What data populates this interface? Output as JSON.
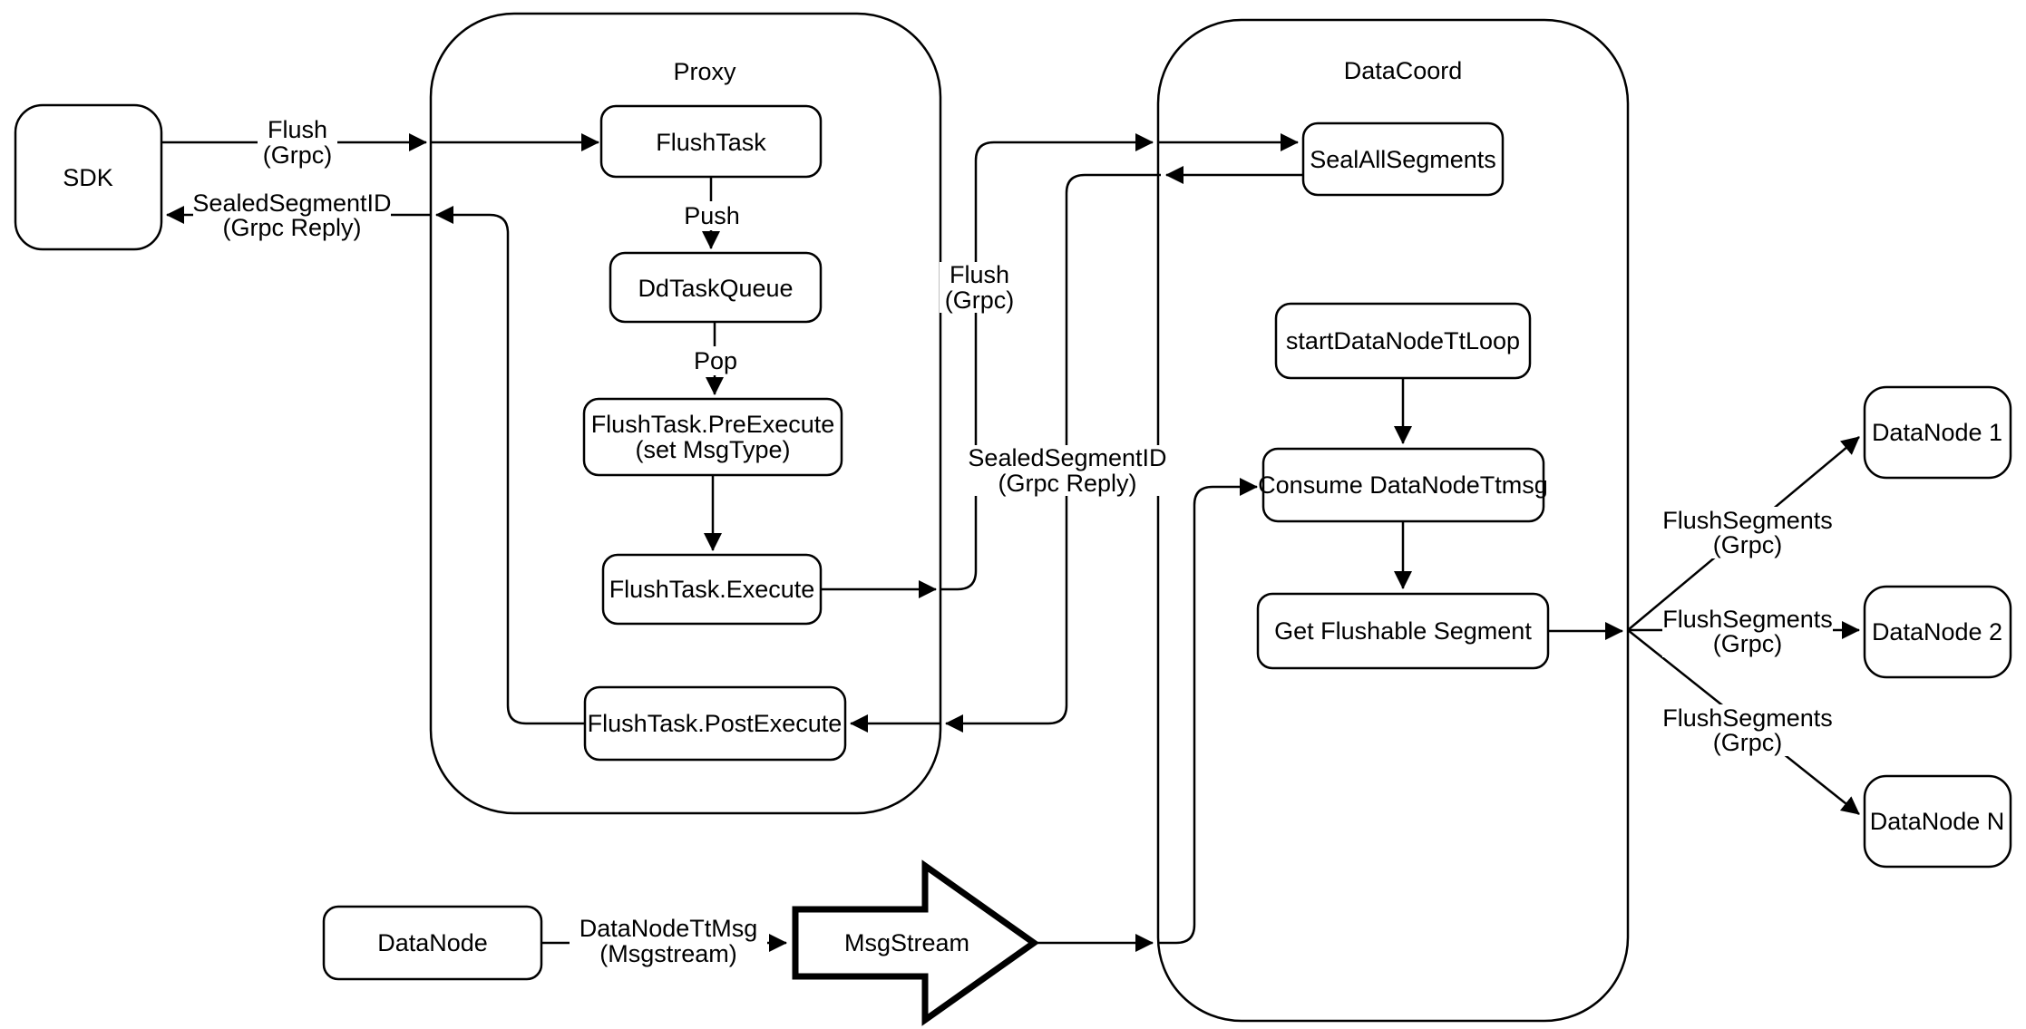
{
  "containers": {
    "proxy": "Proxy",
    "datacoord": "DataCoord"
  },
  "nodes": {
    "sdk": "SDK",
    "flush_task": "FlushTask",
    "dd_task_queue": "DdTaskQueue",
    "pre_execute_line1": "FlushTask.PreExecute",
    "pre_execute_line2": "(set MsgType)",
    "execute": "FlushTask.Execute",
    "post_execute": "FlushTask.PostExecute",
    "seal_all_segments": "SealAllSegments",
    "start_datanode_tt_loop": "startDataNodeTtLoop",
    "consume_datanode_ttmsg": "Consume DataNodeTtmsg",
    "get_flushable_segment": "Get Flushable Segment",
    "datanode_1": "DataNode 1",
    "datanode_2": "DataNode 2",
    "datanode_n": "DataNode N",
    "datanode": "DataNode",
    "msgstream": "MsgStream"
  },
  "edge_labels": {
    "flush_sdk": {
      "line1": "Flush",
      "line2": "(Grpc)"
    },
    "sealed_sdk": {
      "line1": "SealedSegmentID",
      "line2": "(Grpc Reply)"
    },
    "push": "Push",
    "pop": "Pop",
    "flush_mid": {
      "line1": "Flush",
      "line2": "(Grpc)"
    },
    "sealed_mid": {
      "line1": "SealedSegmentID",
      "line2": "(Grpc Reply)"
    },
    "datanode_tt_msg": {
      "line1": "DataNodeTtMsg",
      "line2": "(Msgstream)"
    },
    "flush_segments_top": {
      "line1": "FlushSegments",
      "line2": "(Grpc)"
    },
    "flush_segments_mid": {
      "line1": "FlushSegments",
      "line2": "(Grpc)"
    },
    "flush_segments_bottom": {
      "line1": "FlushSegments",
      "line2": "(Grpc)"
    }
  },
  "colors": {
    "stroke": "#000000",
    "node_fill": "#ffffff",
    "background": "#ffffff"
  }
}
